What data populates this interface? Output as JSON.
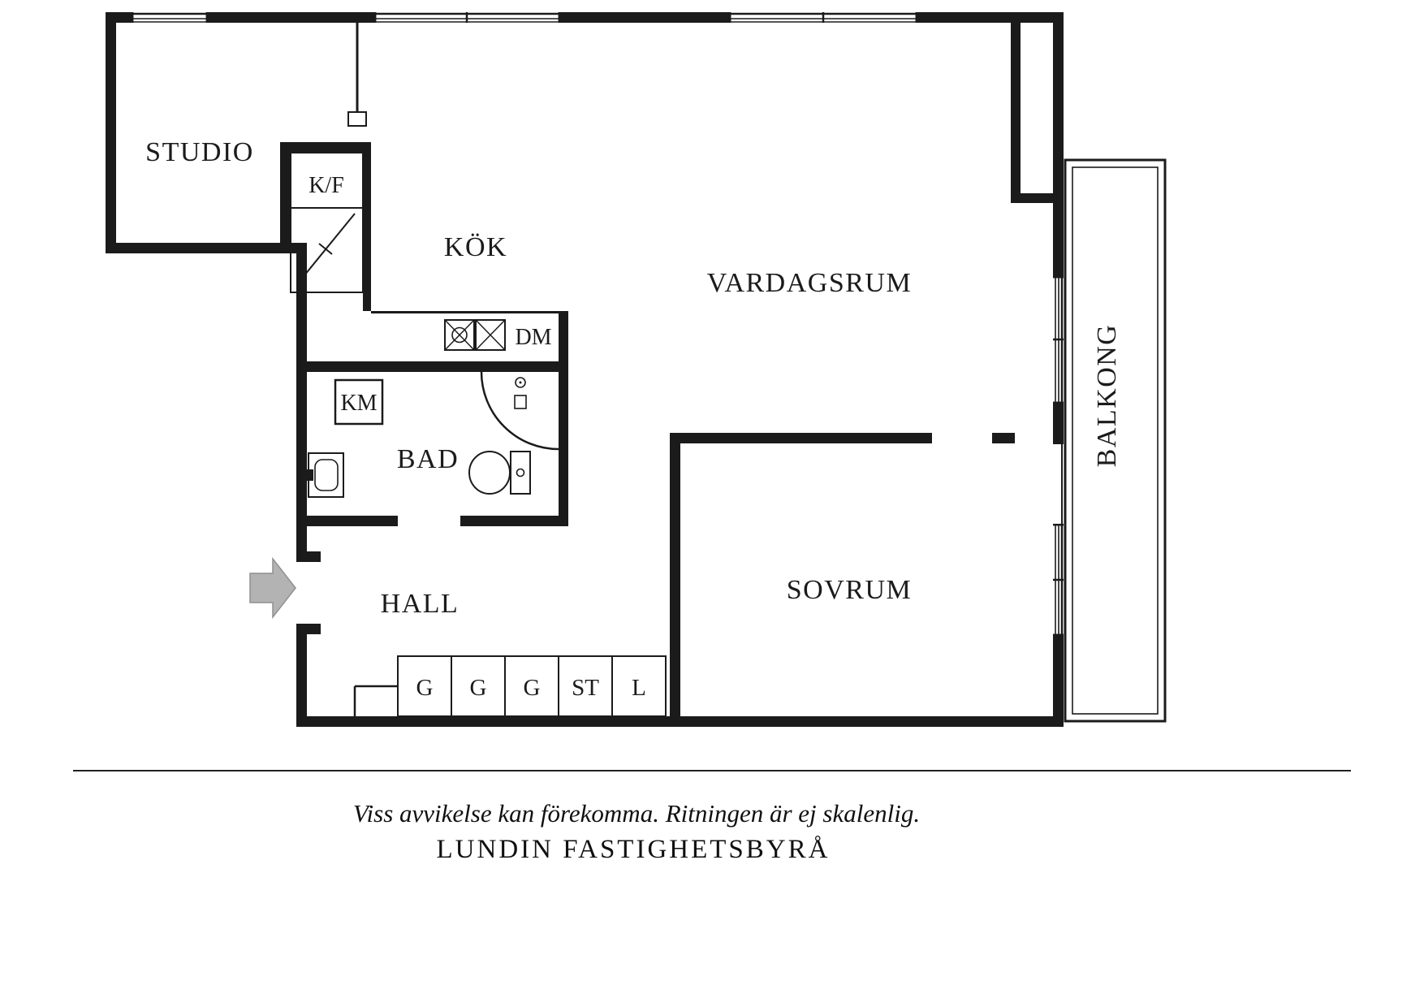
{
  "colors": {
    "wall": "#1b1b1b",
    "entry_arrow": "#b3b3b3",
    "background": "#ffffff"
  },
  "rooms": {
    "studio": "STUDIO",
    "kok": "KÖK",
    "vardagsrum": "VARDAGSRUM",
    "bad": "BAD",
    "hall": "HALL",
    "sovrum": "SOVRUM",
    "balkong": "BALKONG"
  },
  "fixtures": {
    "kf": "K/F",
    "dm": "DM",
    "km": "KM"
  },
  "wardrobes": [
    "G",
    "G",
    "G",
    "ST",
    "L"
  ],
  "footer": {
    "disclaimer": "Viss avvikelse kan förekomma. Ritningen är ej skalenlig.",
    "agency": "LUNDIN FASTIGHETSBYRÅ"
  }
}
